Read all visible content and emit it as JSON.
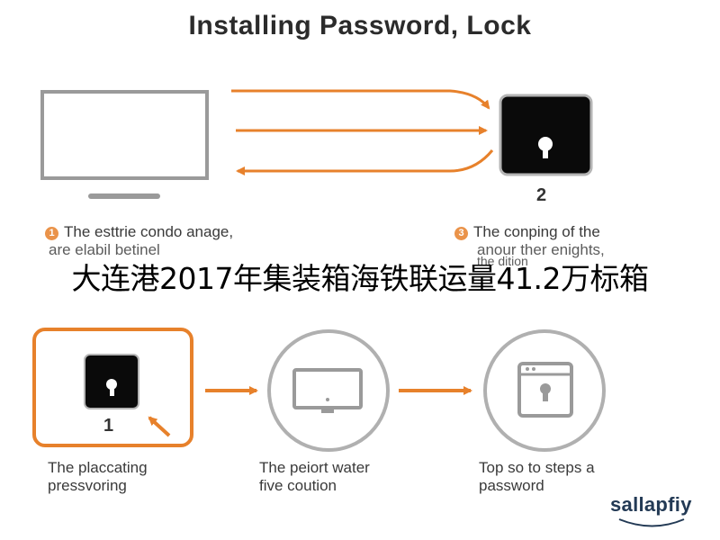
{
  "title": "Installing Password, Lock",
  "caption": "大连港2017年集装箱海铁联运量41.2万标箱",
  "top": {
    "step2_number": "2",
    "left_note": {
      "line1": "The esttrie condo anage,",
      "line2": "are elabil betinel"
    },
    "right_note": {
      "line1": "The conping of the",
      "line2": "anour ther enights,",
      "line3": "the dition"
    }
  },
  "bottom": {
    "step1_number": "1",
    "steps": [
      {
        "line1": "The placcating",
        "line2": "pressvoring"
      },
      {
        "line1": "The peiort water",
        "line2": "five coution"
      },
      {
        "line1": "Top so to steps a",
        "line2": "password"
      }
    ]
  },
  "brand": "sallapfiy",
  "colors": {
    "accent": "#e7812b",
    "lock": "#0a0a0a",
    "gray": "#9a9a9a"
  }
}
